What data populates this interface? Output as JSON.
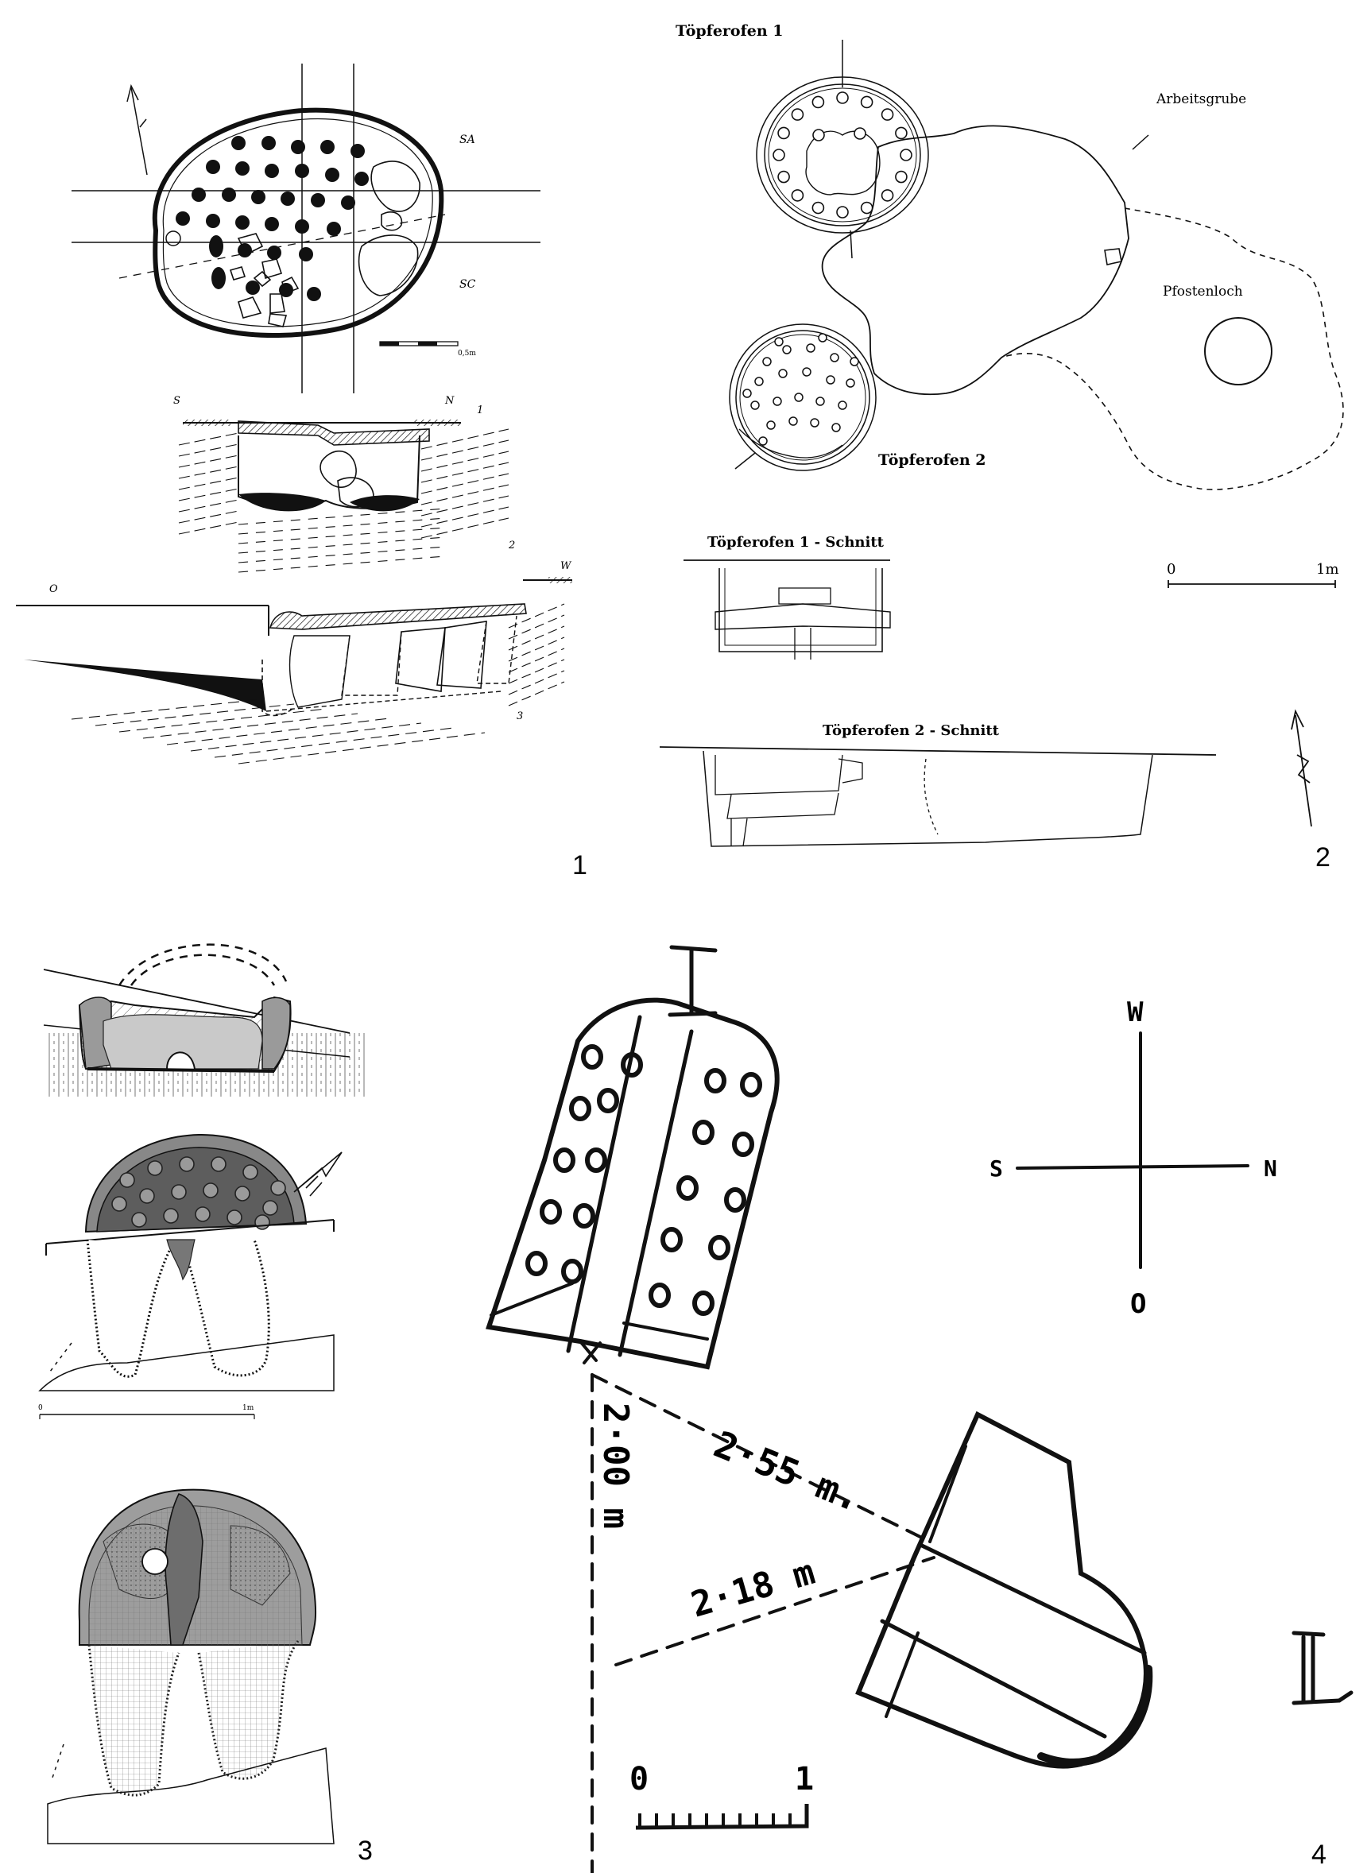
{
  "figure": {
    "panel_numbers": [
      "1",
      "2",
      "3",
      "4"
    ]
  },
  "panel1": {
    "labels": {
      "sa": "SA",
      "sc": "SC",
      "scale": "0,5m",
      "s": "S",
      "n": "N",
      "section1": "1",
      "section2": "2",
      "section3": "3",
      "o": "O",
      "w": "W"
    }
  },
  "panel2": {
    "labels": {
      "kiln1": "Töpferofen 1",
      "pit": "Arbeitsgrube",
      "posthole": "Pfostenloch",
      "kiln2": "Töpferofen 2",
      "section1": "Töpferofen 1 - Schnitt",
      "section2": "Töpferofen 2 - Schnitt",
      "scale_start": "0",
      "scale_end": "1m"
    }
  },
  "panel3": {
    "labels": {
      "scale_start": "0",
      "scale_end": "1m"
    }
  },
  "panel4": {
    "labels": {
      "kiln1": "I",
      "kiln2": "II",
      "west": "W",
      "south": "S",
      "north": "N",
      "east": "O",
      "distance_a": "2·55 m.",
      "distance_b": "2·18 m",
      "distance_c": "2·00 m",
      "scale_start": "0",
      "scale_end": "1"
    }
  },
  "colors": {
    "ink": "#111111",
    "fill_dark": "#222222",
    "fill_mid": "#7a7a7a",
    "fill_light": "#c9c9c9"
  }
}
